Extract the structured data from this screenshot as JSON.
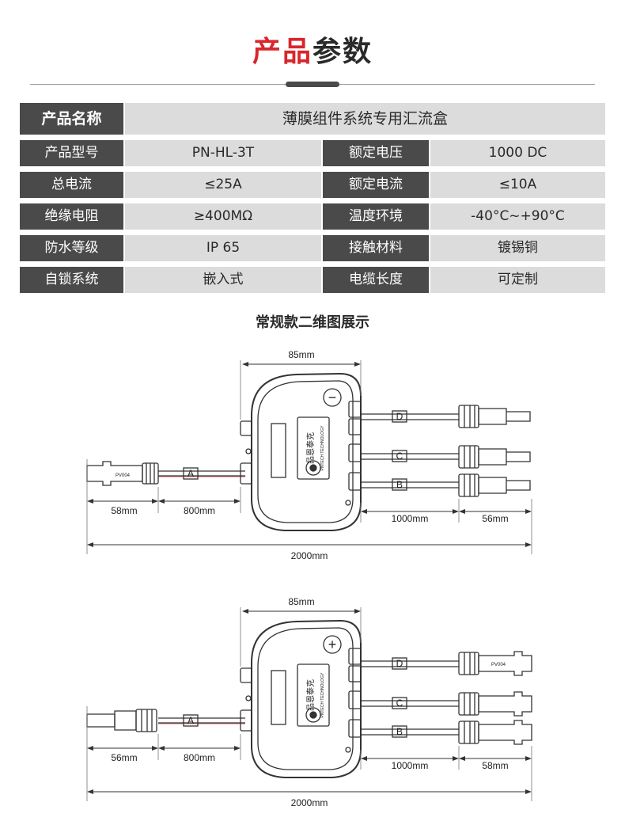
{
  "header": {
    "title_red": "产品",
    "title_dark": "参数"
  },
  "spec": {
    "name_label": "产品名称",
    "name_value": "薄膜组件系统专用汇流盒",
    "rows": [
      {
        "l1": "产品型号",
        "v1": "PN-HL-3T",
        "l2": "额定电压",
        "v2": "1000 DC"
      },
      {
        "l1": "总电流",
        "v1": "≤25A",
        "l2": "额定电流",
        "v2": "≤10A"
      },
      {
        "l1": "绝缘电阻",
        "v1": "≥400MΩ",
        "l2": "温度环境",
        "v2": "-40°C~+90°C"
      },
      {
        "l1": "防水等级",
        "v1": "IP 65",
        "l2": "接触材料",
        "v2": "镀锡铜"
      },
      {
        "l1": "自锁系统",
        "v1": "嵌入式",
        "l2": "电缆长度",
        "v2": "可定制"
      }
    ]
  },
  "drawing_title": "常规款二维图展示",
  "drawings": [
    {
      "polarity": "−",
      "dims": {
        "box": "85mm",
        "left_conn": "58mm",
        "left_cable": "800mm",
        "right_cable": "1000mm",
        "right_conn": "56mm",
        "total": "2000mm"
      },
      "labels": {
        "a": "A",
        "b": "B",
        "c": "C",
        "d": "D"
      },
      "brand_cn": "品恩泰克",
      "brand_en": "PNTECH TECHNOLOGY",
      "conn_text": "PV004"
    },
    {
      "polarity": "+",
      "dims": {
        "box": "85mm",
        "left_conn": "56mm",
        "left_cable": "800mm",
        "right_cable": "1000mm",
        "right_conn": "58mm",
        "total": "2000mm"
      },
      "labels": {
        "a": "A",
        "b": "B",
        "c": "C",
        "d": "D"
      },
      "brand_cn": "品恩泰克",
      "brand_en": "PNTECH TECHNOLOGY",
      "conn_text": "PV004"
    }
  ]
}
